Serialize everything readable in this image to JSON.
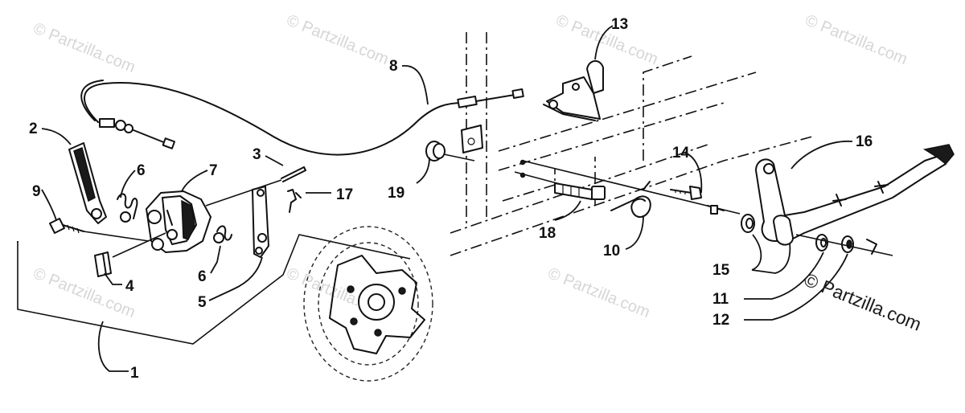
{
  "diagram": {
    "callouts": [
      "1",
      "2",
      "3",
      "4",
      "5",
      "6",
      "6",
      "7",
      "8",
      "9",
      "10",
      "11",
      "12",
      "13",
      "14",
      "15",
      "16",
      "17",
      "18",
      "19"
    ],
    "watermark": "© Partzilla.com",
    "watermark_main": "© Partzilla.com"
  },
  "colors": {
    "ink": "#111111",
    "watermark": "#d6d6d6",
    "background": "#ffffff"
  }
}
